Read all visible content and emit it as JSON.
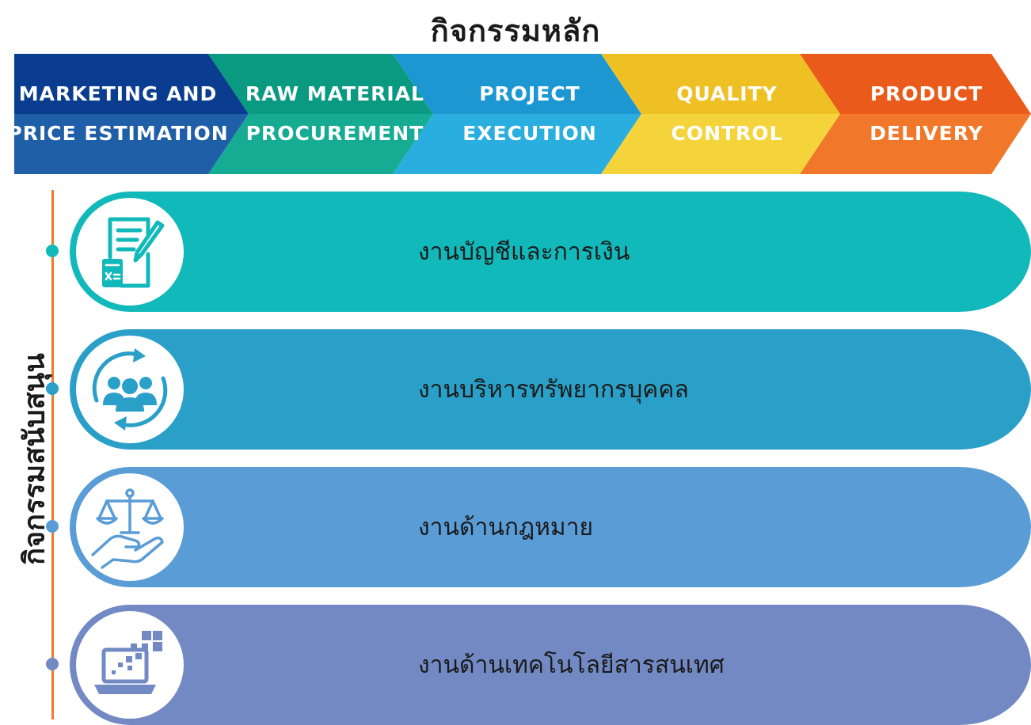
{
  "header": {
    "title": "กิจกรรมหลัก"
  },
  "main_activities": [
    {
      "line1": "MARKETING AND",
      "line2": "PRICE ESTIMATION",
      "color_top": "#0a3d8f",
      "color_bottom": "#1f5fa8"
    },
    {
      "line1": "RAW MATERIAL",
      "line2": "PROCUREMENT",
      "color_top": "#0a9a82",
      "color_bottom": "#16ab93"
    },
    {
      "line1": "PROJECT",
      "line2": "EXECUTION",
      "color_top": "#1c97d1",
      "color_bottom": "#2aaee0"
    },
    {
      "line1": "QUALITY",
      "line2": "CONTROL",
      "color_top": "#efc024",
      "color_bottom": "#f5d33a"
    },
    {
      "line1": "PRODUCT",
      "line2": "DELIVERY",
      "color_top": "#ea5a1b",
      "color_bottom": "#f1772a"
    }
  ],
  "support": {
    "title": "กิจกรรมสนับสนุน",
    "line_color": "#ec7a2f",
    "items": [
      {
        "label": "งานบัญชีและการเงิน",
        "icon": "accounting-icon",
        "color": "#12b9ba"
      },
      {
        "label": "งานบริหารทรัพยากรบุคคล",
        "icon": "human-resources-icon",
        "color": "#2aa0c8"
      },
      {
        "label": "งานด้านกฎหมาย",
        "icon": "law-scale-icon",
        "color": "#5a9cd6"
      },
      {
        "label": "งานด้านเทคโนโลยีสารสนเทศ",
        "icon": "it-laptop-icon",
        "color": "#7289c4"
      }
    ]
  }
}
